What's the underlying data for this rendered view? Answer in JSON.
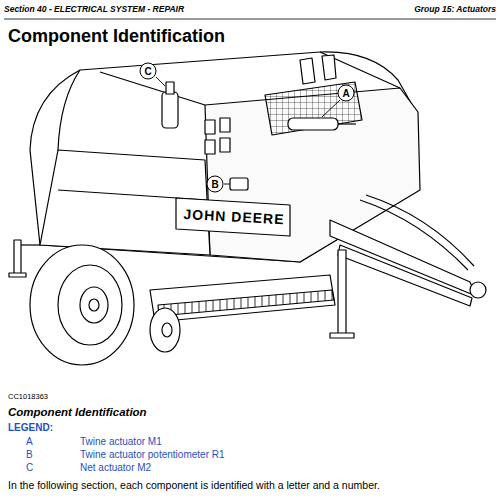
{
  "diagram": {
    "title": "Component Identification",
    "caption": "In the following section, each component is identified with a letter and a number.",
    "nodes": [
      {
        "text": [
          "C"
        ]
      },
      {
        "text": [
          "A"
        ]
      },
      {
        "text": [
          "B"
        ]
      }
    ],
    "labels": [
      "Section 40 - ELECTRICAL SYSTEM - REPAIR",
      "Group 15: Actuators",
      "JOHN DEERE",
      "CC1018363",
      "Component Identification",
      "LEGEND:",
      "A",
      "Twine actuator M1",
      "B",
      "Twine actuator potentiometer R1",
      "C",
      "Net actuator M2"
    ]
  }
}
